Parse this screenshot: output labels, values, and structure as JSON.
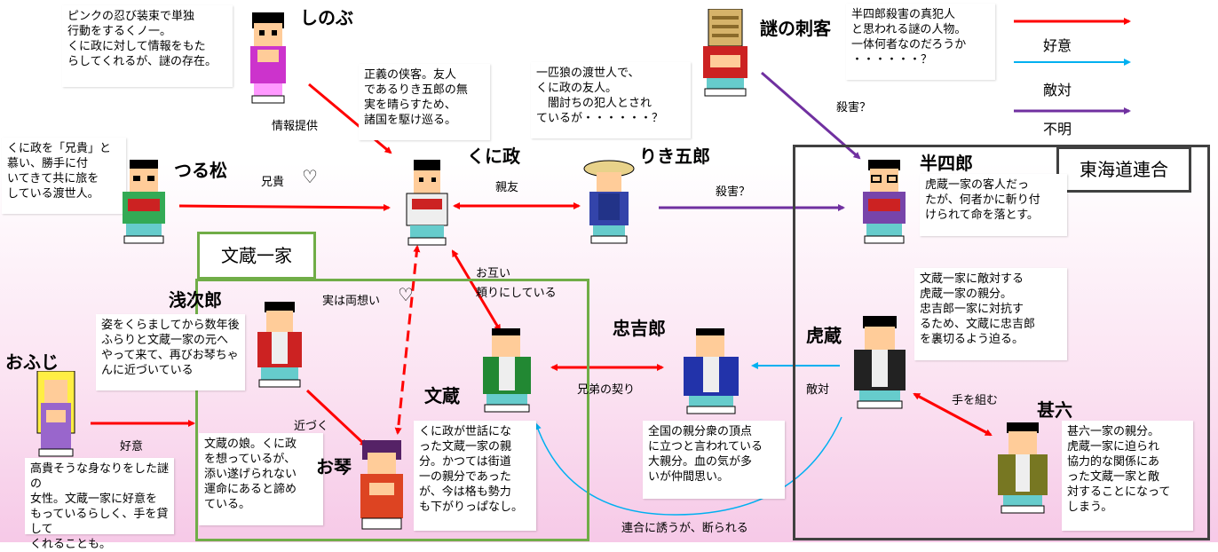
{
  "legend": {
    "items": [
      {
        "label": "好意",
        "color": "#ff0000"
      },
      {
        "label": "敵対",
        "color": "#00b0f0"
      },
      {
        "label": "不明",
        "color": "#7030a0"
      }
    ]
  },
  "groups": {
    "bunzo": {
      "title": "文蔵一家",
      "color": "#70ad47"
    },
    "tokaido": {
      "title": "東海道連合",
      "color": "#404040"
    }
  },
  "characters": {
    "shinobu": {
      "name": "しのぶ",
      "desc": "ピンクの忍び装束で単独\n行動をするくノ一。\nくに政に対して情報をもた\nらしてくれるが、謎の存在。"
    },
    "nazo": {
      "name": "謎の刺客",
      "desc": "半四郎殺害の真犯人\nと思われる謎の人物。\n一体何者なのだろうか\n・・・・・・？"
    },
    "kunimasa": {
      "name": "くに政",
      "desc": "正義の侠客。友人\nであるりき五郎の無\n実を晴らすため、\n諸国を駆け巡る。"
    },
    "rikigoro": {
      "name": "りき五郎",
      "desc": "一匹狼の渡世人で、\nくに政の友人。\n　闇討ちの犯人とされ\nているが・・・・・・？"
    },
    "tsurumatsu": {
      "name": "つる松",
      "desc": "くに政を「兄貴」と\n慕い、勝手に付\nいてきて共に旅を\nしている渡世人。"
    },
    "hanshiro": {
      "name": "半四郎",
      "desc": "虎蔵一家の客人だっ\nたが、何者かに斬り付\nけられて命を落とす。"
    },
    "asajiro": {
      "name": "浅次郎",
      "desc": "姿をくらましてから数年後\nふらりと文蔵一家の元へ\nやって来て、再びお琴ちゃ\nんに近づいている"
    },
    "ofuji": {
      "name": "おふじ",
      "desc": "高貴そうな身なりをした謎の\n女性。文蔵一家に好意を\nもっているらしく、手を貸して\nくれることも。"
    },
    "okoto": {
      "name": "お琴",
      "desc": "文蔵の娘。くに政\nを想っているが、\n添い遂げられない\n運命にあると諦め\nている。"
    },
    "bunzo": {
      "name": "文蔵",
      "desc": "くに政が世話にな\nった文蔵一家の親\n分。かつては街道\n一の親分であった\nが、今は格も勢力\nも下がりっぱなし。"
    },
    "chukichiro": {
      "name": "忠吉郎",
      "desc": "全国の親分衆の頂点\nに立つと言われている\n大親分。血の気が多\nいが仲間思い。"
    },
    "torazo": {
      "name": "虎蔵",
      "desc": "文蔵一家に敵対する\n虎蔵一家の親分。\n忠吉郎一家に対抗す\nるため、文蔵に忠吉郎\nを裏切るよう迫る。"
    },
    "jinroku": {
      "name": "甚六",
      "desc": "甚六一家の親分。\n虎蔵一家に迫られ\n協力的な関係にあ\nった文蔵一家と敵\n対することになって\nしまう。"
    }
  },
  "relations": {
    "info": "情報提供",
    "aniki": "兄貴",
    "shinyu": "親友",
    "satsugai1": "殺害？",
    "satsugai2": "殺害？",
    "otagai": "お互い\n頼りにしている",
    "ryouomoi": "実は両想い",
    "chikazuku": "近づく",
    "koui": "好意",
    "kyoudai": "兄弟の契り",
    "tekitai": "敵対",
    "tewokumu": "手を組む",
    "rengou": "連合に誘うが、断られる"
  }
}
